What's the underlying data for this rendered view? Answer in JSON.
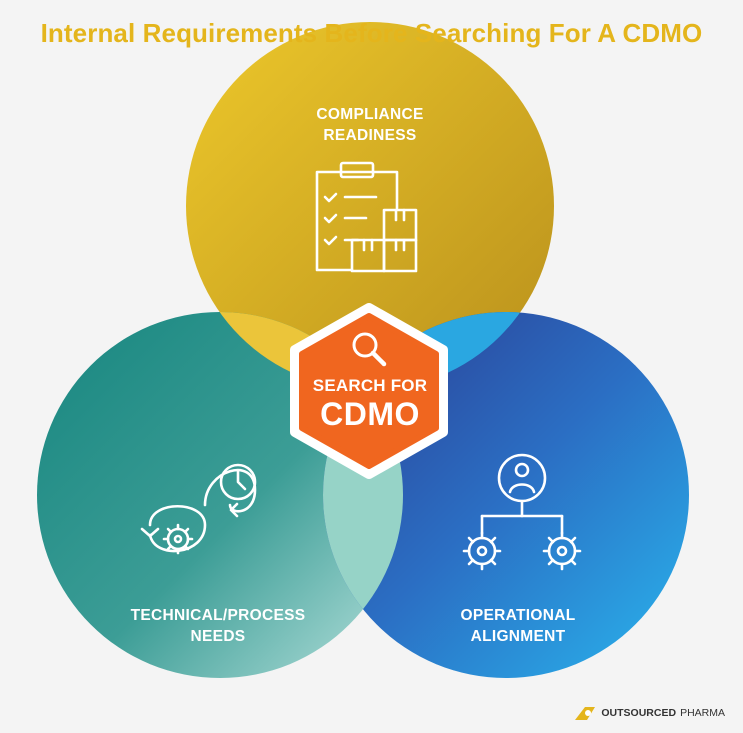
{
  "title": "Internal Requirements Before Searching For A CDMO",
  "circles": {
    "top": {
      "line1": "COMPLIANCE",
      "line2": "READINESS",
      "icon": "clipboard-boxes-icon"
    },
    "left": {
      "line1": "TECHNICAL/PROCESS",
      "line2": "NEEDS",
      "icon": "process-cycle-icon"
    },
    "right": {
      "line1": "OPERATIONAL",
      "line2": "ALIGNMENT",
      "icon": "org-chart-gears-icon"
    }
  },
  "center": {
    "line1": "SEARCH FOR",
    "line2": "CDMO",
    "icon": "magnifier-icon"
  },
  "brand": {
    "name_bold": "OUTSOURCED",
    "name_light": "PHARMA"
  },
  "colors": {
    "title": "#e4b51c",
    "top_circle": "#e3b51e",
    "left_circle": "#1a8f87",
    "right_circle": "#2f7bd0",
    "center_hex": "#f06a23"
  }
}
